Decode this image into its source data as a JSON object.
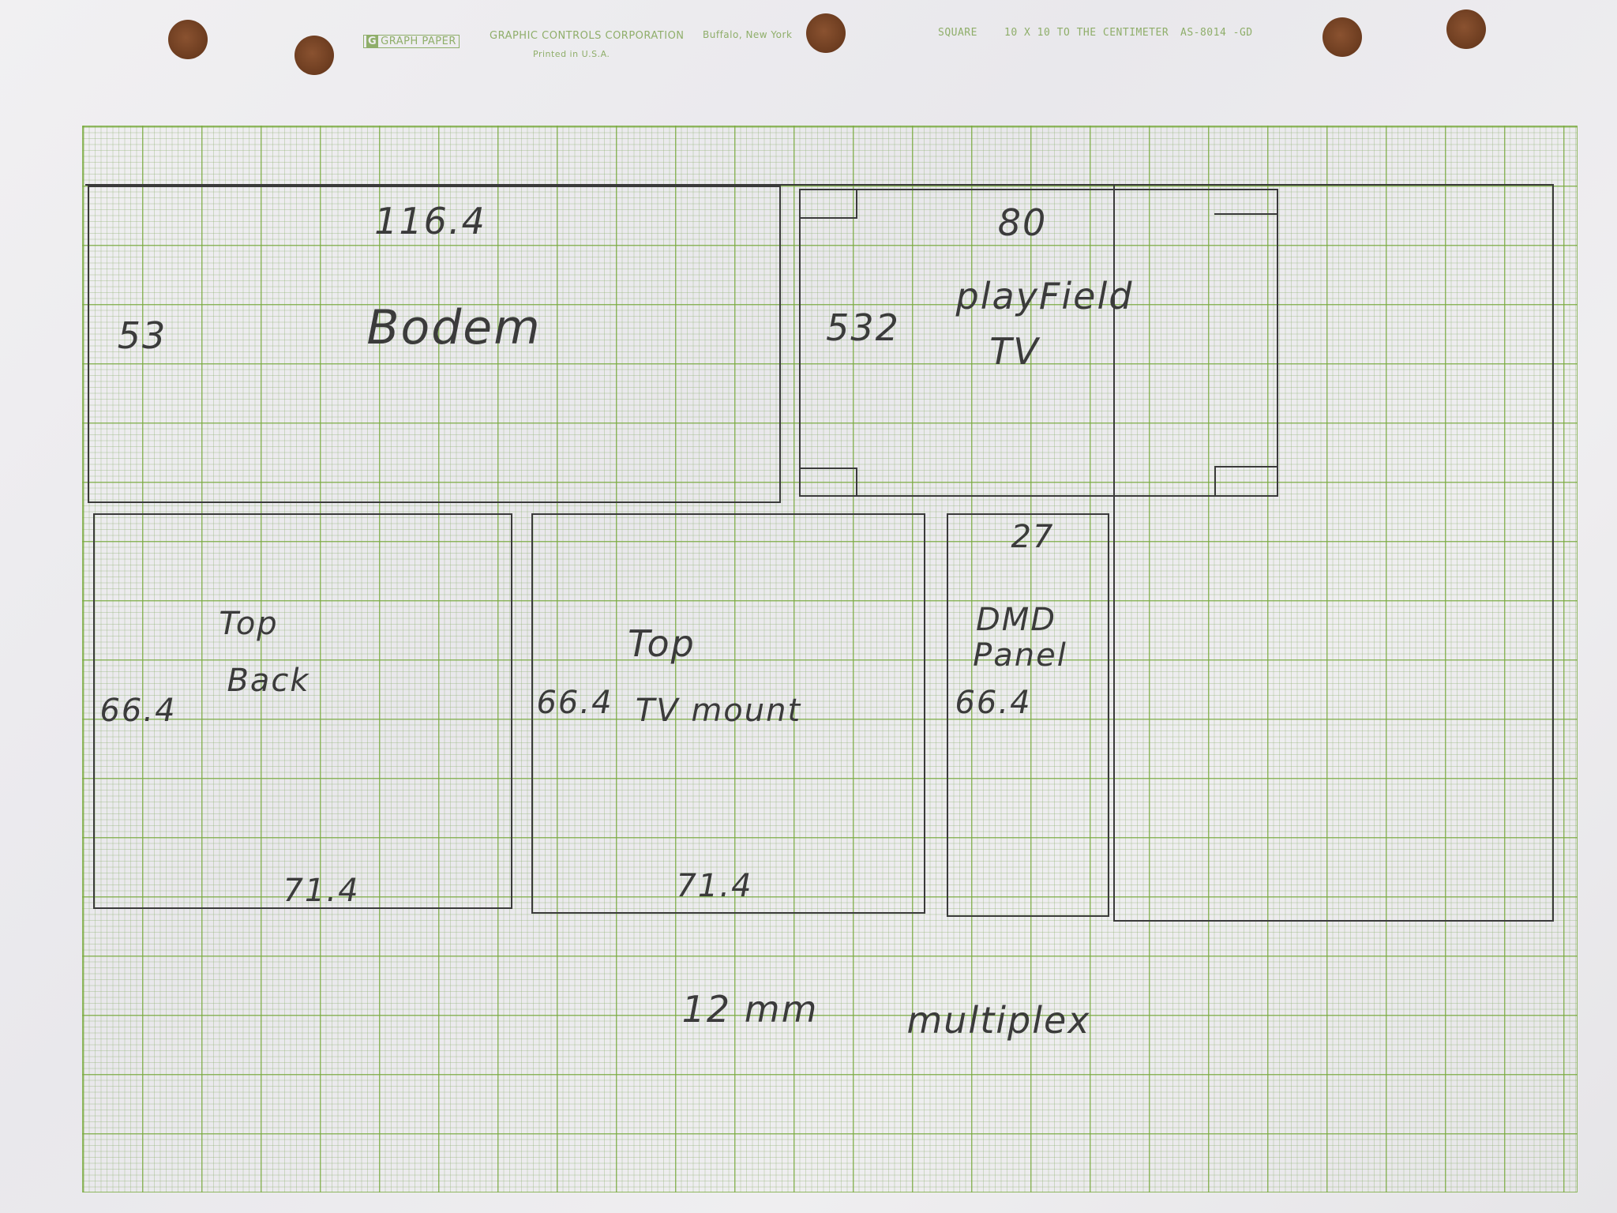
{
  "header": {
    "logo_letter": "G",
    "logo_text": "GRAPH PAPER",
    "company": "GRAPHIC CONTROLS CORPORATION",
    "location": "Buffalo, New York",
    "printed": "Printed in U.S.A.",
    "type": "SQUARE",
    "ruling": "10 X 10 TO THE CENTIMETER",
    "code": "AS-8014 -GD"
  },
  "pieces": {
    "bodem": {
      "name": "Bodem",
      "width": "116.4",
      "height": "53"
    },
    "playfield": {
      "name_line1": "playField",
      "name_line2": "TV",
      "width": "80",
      "height": "532"
    },
    "top_back": {
      "name_line1": "Top",
      "name_line2": "Back",
      "height": "66.4",
      "width": "71.4"
    },
    "top_tv_mount": {
      "name_line1": "Top",
      "name_line2": "TV mount",
      "height": "66.4",
      "width": "71.4"
    },
    "dmd_panel": {
      "name_line1": "DMD",
      "name_line2": "Panel",
      "width": "27",
      "height": "66.4"
    }
  },
  "material": {
    "thickness": "12 mm",
    "type": "multiplex"
  }
}
